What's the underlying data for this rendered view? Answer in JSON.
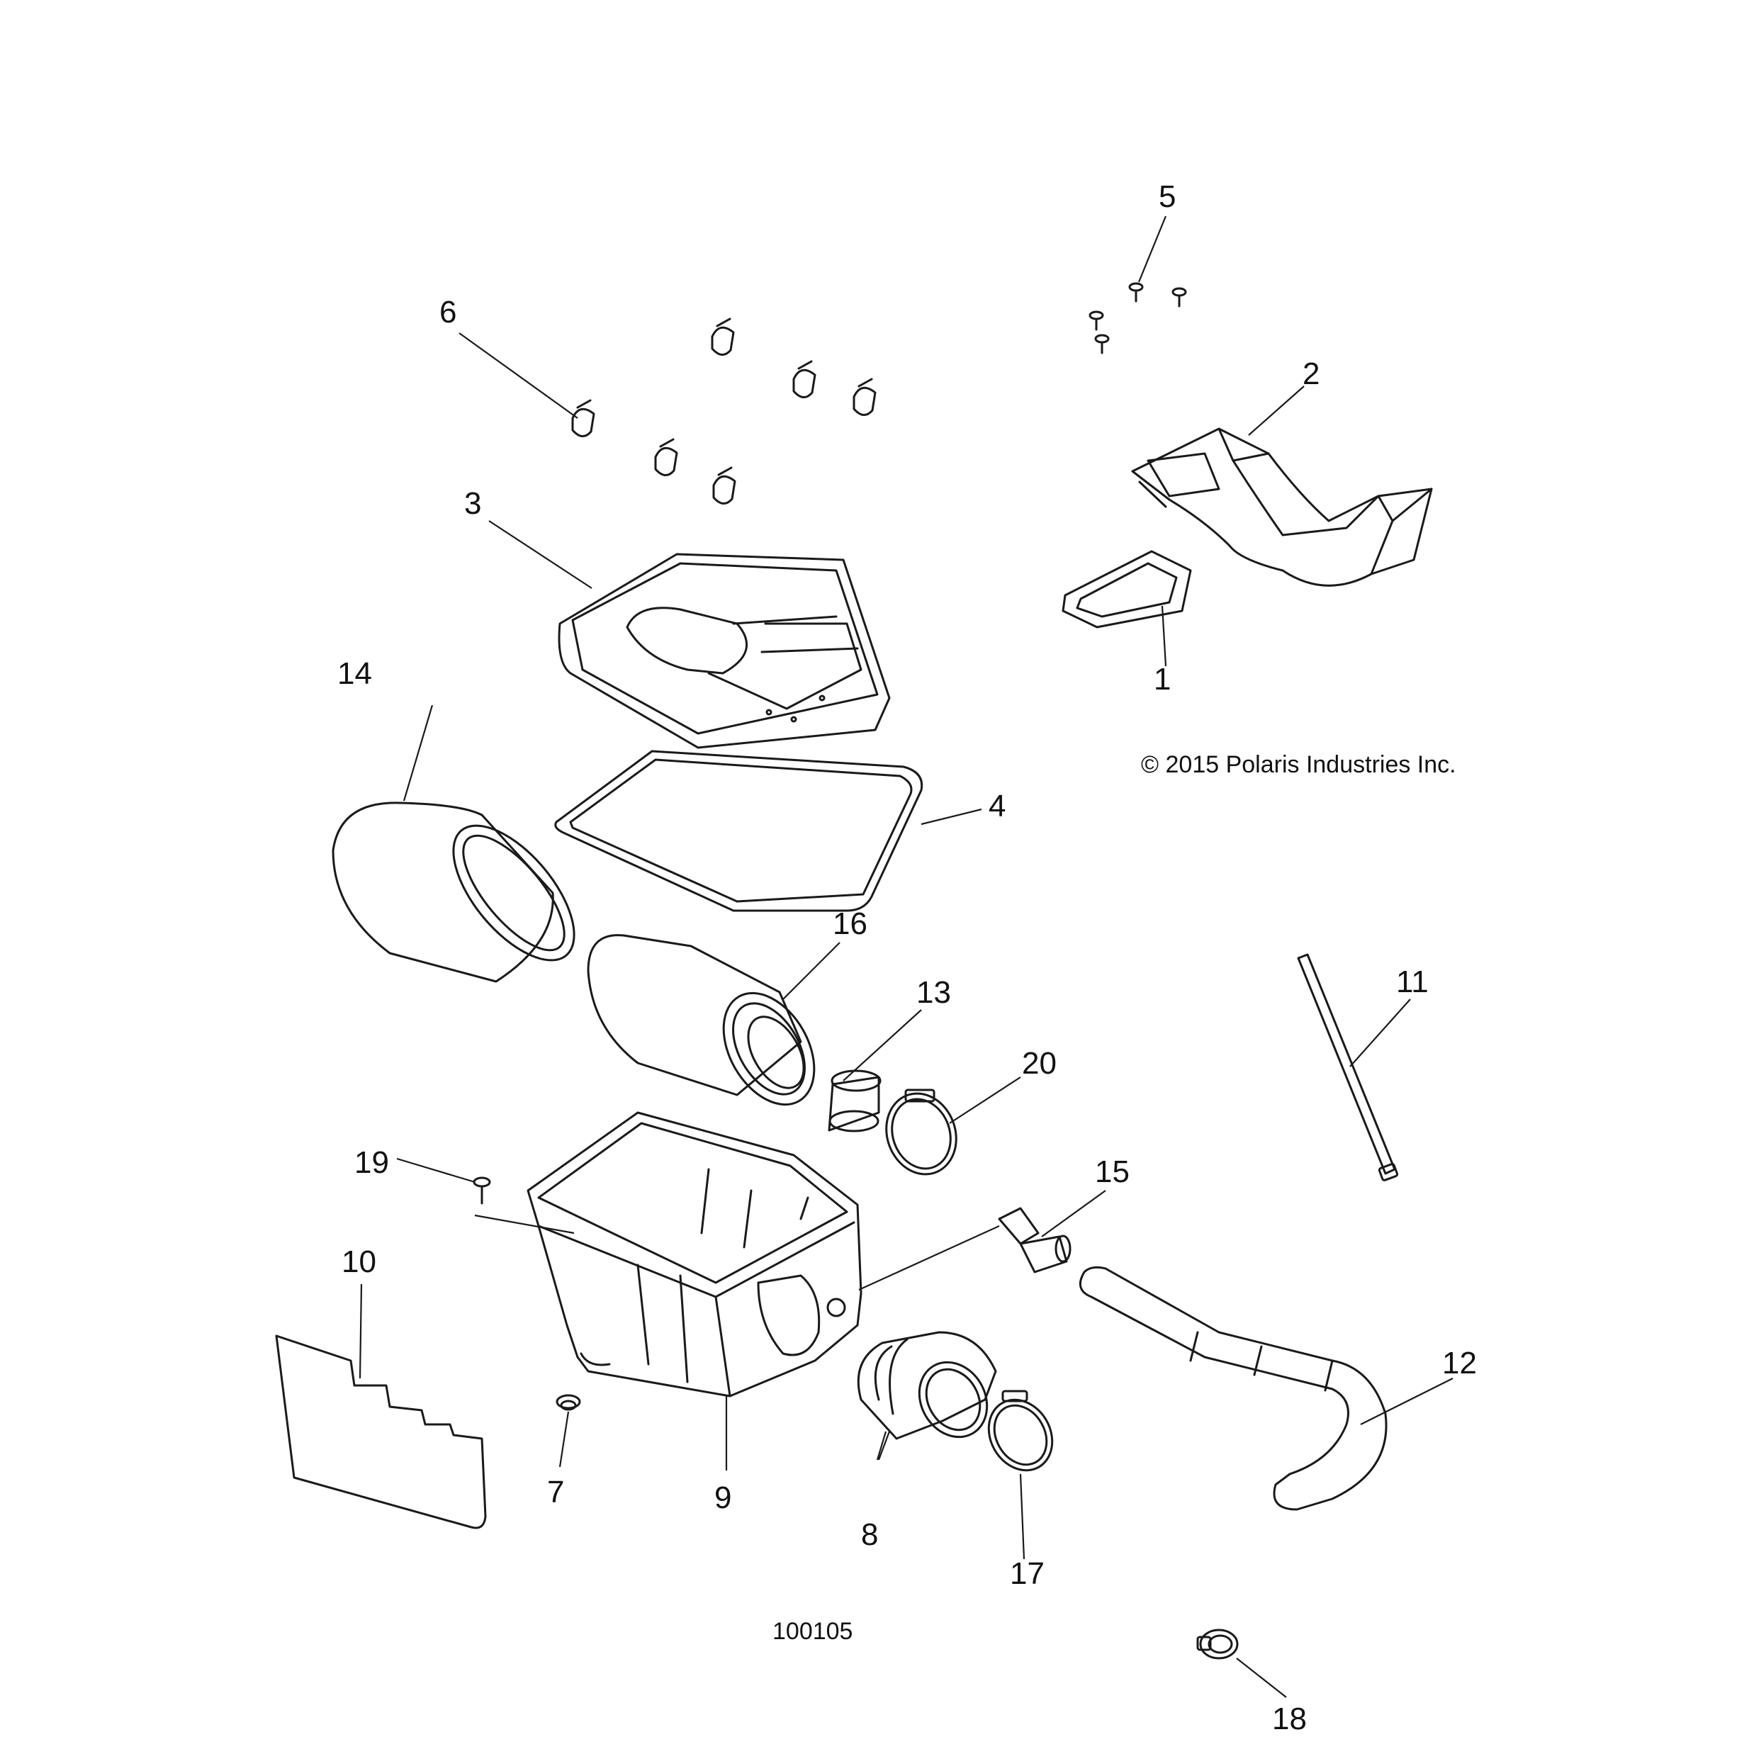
{
  "copyright": "© 2015 Polaris Industries Inc.",
  "figure_id": "100105",
  "callouts": {
    "c1": "1",
    "c2": "2",
    "c3": "3",
    "c4": "4",
    "c5": "5",
    "c6": "6",
    "c7": "7",
    "c8": "8",
    "c9": "9",
    "c10": "10",
    "c11": "11",
    "c12": "12",
    "c13": "13",
    "c14": "14",
    "c15": "15",
    "c16": "16",
    "c17": "17",
    "c18": "18",
    "c19": "19",
    "c20": "20"
  }
}
